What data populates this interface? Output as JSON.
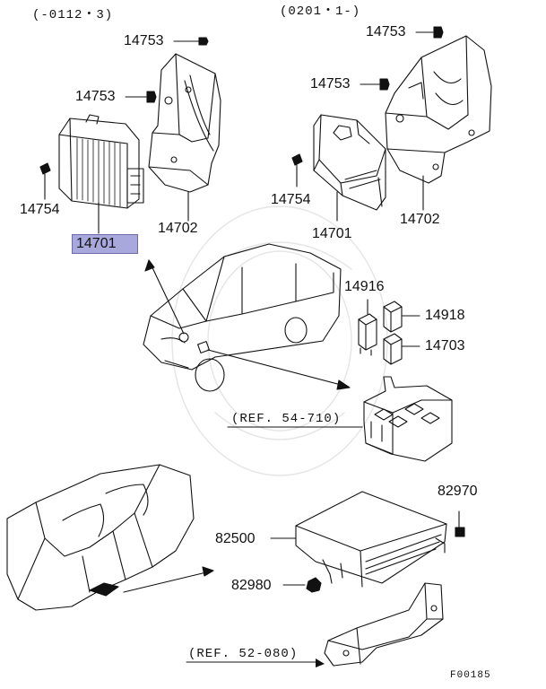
{
  "date_ranges": {
    "left": "(-0112・3)",
    "right": "(0201・1-)"
  },
  "parts": {
    "p14753_a": "14753",
    "p14753_b": "14753",
    "p14753_c": "14753",
    "p14753_d": "14753",
    "p14754_a": "14754",
    "p14754_b": "14754",
    "p14701_a": "14701",
    "p14701_b": "14701",
    "p14702_a": "14702",
    "p14702_b": "14702",
    "p14916": "14916",
    "p14918": "14918",
    "p14703": "14703",
    "p82970": "82970",
    "p82500": "82500",
    "p82980": "82980"
  },
  "references": {
    "ref_54": "(REF. 54-710)",
    "ref_52": "(REF. 52-080)"
  },
  "figure_code": "F00185",
  "highlight_color": "#a9a8dc"
}
